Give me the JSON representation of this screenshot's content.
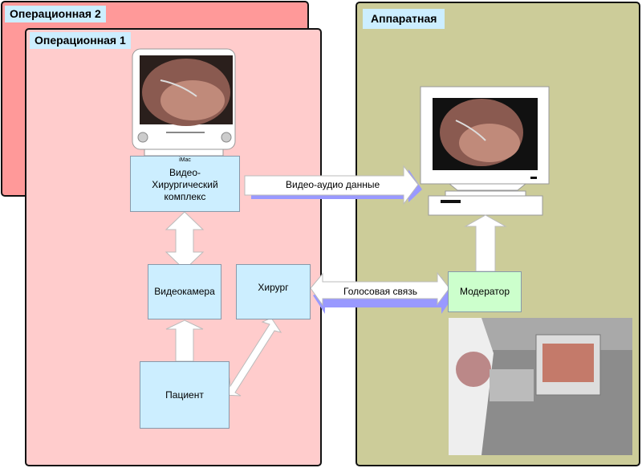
{
  "rooms": {
    "op2": {
      "title": "Операционная 2",
      "color": "#ff9999"
    },
    "op1": {
      "title": "Операционная 1",
      "color": "#ffcccc"
    },
    "hardware": {
      "title": "Аппаратная",
      "color": "#cccc99"
    }
  },
  "nodes": {
    "video_complex": {
      "label": "Видео-\nХирургический\nкомплекс",
      "caption": "iMac"
    },
    "camera": {
      "label": "Видеокамера"
    },
    "surgeon": {
      "label": "Хирург"
    },
    "patient": {
      "label": "Пациент"
    },
    "moderator": {
      "label": "Модератор"
    }
  },
  "arrows": {
    "video_audio": {
      "label": "Видео-аудио данные"
    },
    "voice": {
      "label": "Голосовая связь"
    }
  },
  "colors": {
    "box": "#cceeff",
    "moderator": "#ccffcc",
    "arrow_shadow": "#9999ff"
  }
}
